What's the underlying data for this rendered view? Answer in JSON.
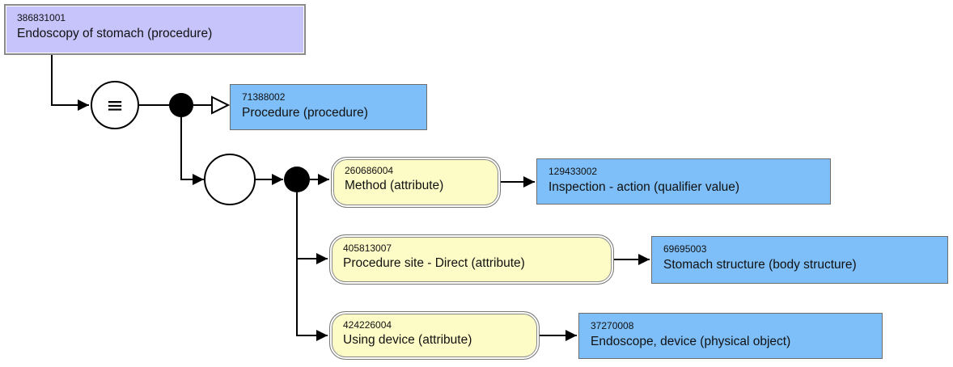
{
  "focus": {
    "id": "386831001",
    "term": "Endoscopy of stomach (procedure)"
  },
  "operators": {
    "equivalence_symbol": "≡"
  },
  "parent": {
    "id": "71388002",
    "term": "Procedure (procedure)"
  },
  "attributes": [
    {
      "id": "260686004",
      "term": "Method (attribute)",
      "value": {
        "id": "129433002",
        "term": "Inspection - action (qualifier value)"
      }
    },
    {
      "id": "405813007",
      "term": "Procedure site - Direct (attribute)",
      "value": {
        "id": "69695003",
        "term": "Stomach structure (body structure)"
      }
    },
    {
      "id": "424226004",
      "term": "Using device (attribute)",
      "value": {
        "id": "37270008",
        "term": "Endoscope, device (physical object)"
      }
    }
  ],
  "colors": {
    "defined_concept": "#c7c3fb",
    "primitive_concept": "#7ebff9",
    "attribute": "#fefcc6"
  }
}
